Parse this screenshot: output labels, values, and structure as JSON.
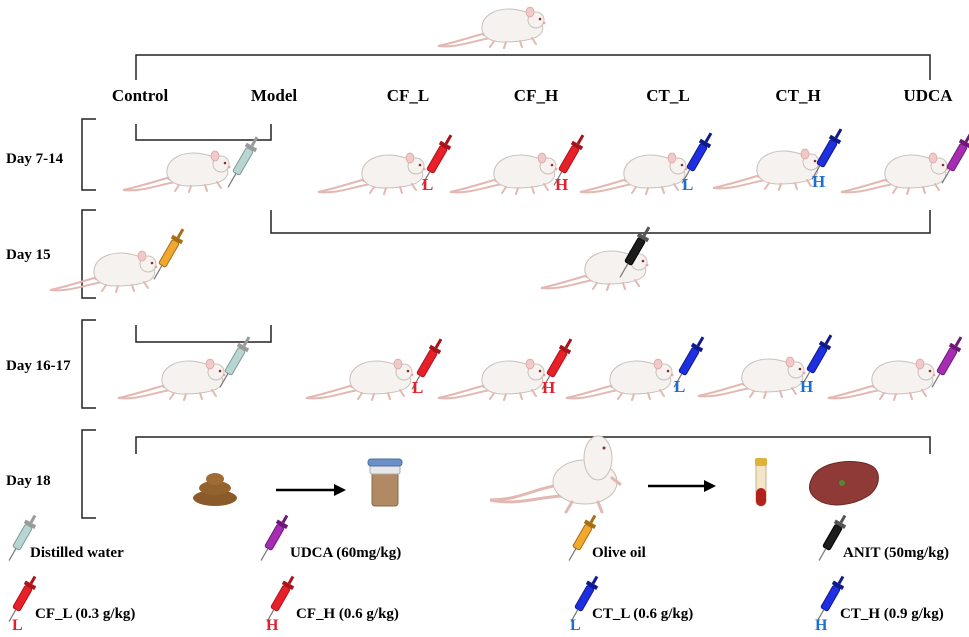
{
  "groups": [
    "Control",
    "Model",
    "CF_L",
    "CF_H",
    "CT_L",
    "CT_H",
    "UDCA"
  ],
  "days": [
    "Day 7-14",
    "Day 15",
    "Day 16-17",
    "Day 18"
  ],
  "dose_letters": {
    "low": "L",
    "high": "H"
  },
  "legend": [
    {
      "label": "Distilled water",
      "icon": "syringe-icon"
    },
    {
      "label": "UDCA (60mg/kg)",
      "icon": "syringe-icon"
    },
    {
      "label": "Olive oil",
      "icon": "syringe-icon"
    },
    {
      "label": "ANIT (50mg/kg)",
      "icon": "syringe-icon"
    },
    {
      "label": "CF_L (0.3 g/kg)",
      "icon": "syringe-icon",
      "letter": "L"
    },
    {
      "label": "CF_H (0.6 g/kg)",
      "icon": "syringe-icon",
      "letter": "H"
    },
    {
      "label": "CT_L (0.6 g/kg)",
      "icon": "syringe-icon",
      "letter": "L"
    },
    {
      "label": "CT_H (0.9 g/kg)",
      "icon": "syringe-icon",
      "letter": "H"
    }
  ],
  "colors": {
    "distilled_water": "#b9d5d1",
    "udca": "#a62db3",
    "olive_oil": "#f0a830",
    "anit": "#1c1c1c",
    "cf": "#e8202a",
    "ct": "#1d2fe0",
    "letter_red": "#e3202b",
    "letter_blue": "#1c6fd0"
  },
  "icons": [
    "rat-icon",
    "syringe-icon",
    "feces-icon",
    "sample-jar-icon",
    "blood-tube-icon",
    "liver-icon",
    "arrow-icon"
  ]
}
